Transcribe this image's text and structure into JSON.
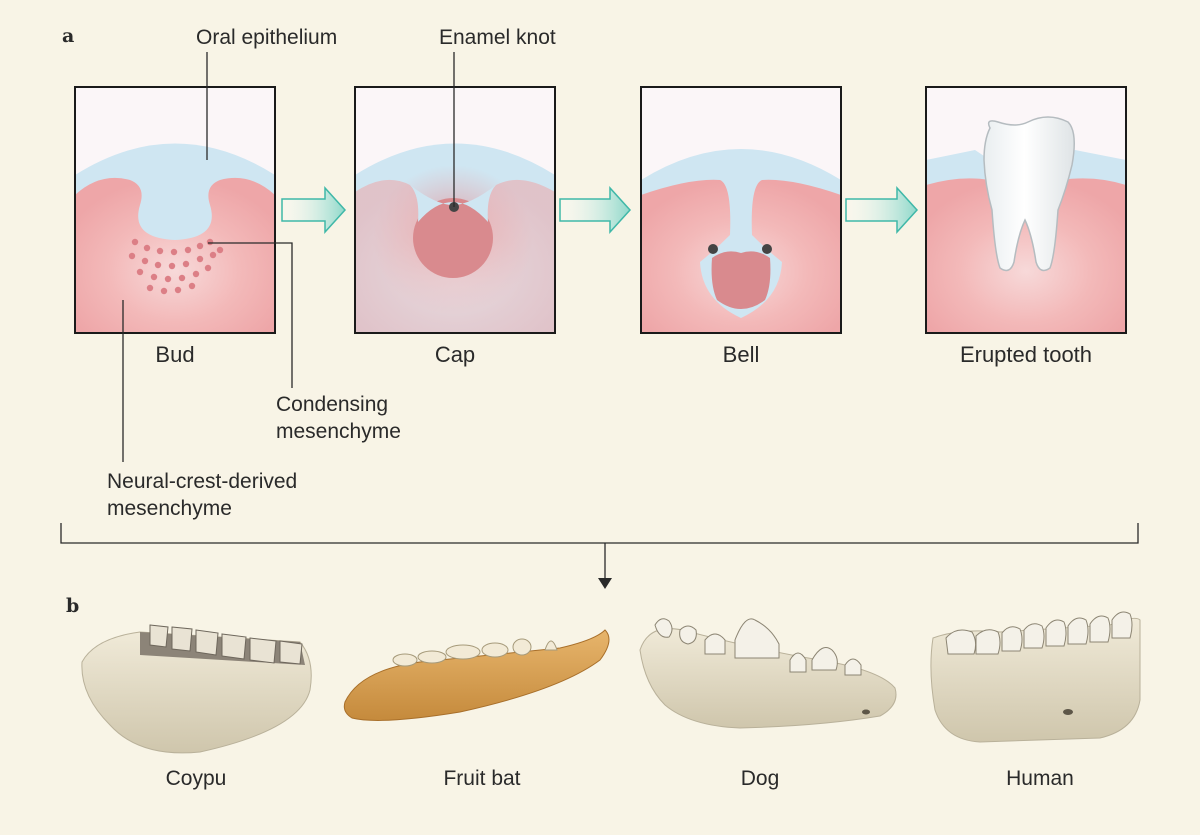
{
  "panels": {
    "a": "a",
    "b": "b"
  },
  "labels": {
    "oral_epithelium": "Oral epithelium",
    "enamel_knot": "Enamel knot",
    "condensing_line1": "Condensing",
    "condensing_line2": "mesenchyme",
    "neural_line1": "Neural-crest-derived",
    "neural_line2": "mesenchyme"
  },
  "stages": [
    "Bud",
    "Cap",
    "Bell",
    "Erupted tooth"
  ],
  "species": [
    "Coypu",
    "Fruit bat",
    "Dog",
    "Human"
  ],
  "colors": {
    "background": "#f8f4e6",
    "epithelium": "#cfe6f2",
    "mesenchyme": "#f2b6b6",
    "dental_papilla": "#d98a8e",
    "arrow": "#3fb8a8",
    "frame": "#1a1a1a"
  }
}
